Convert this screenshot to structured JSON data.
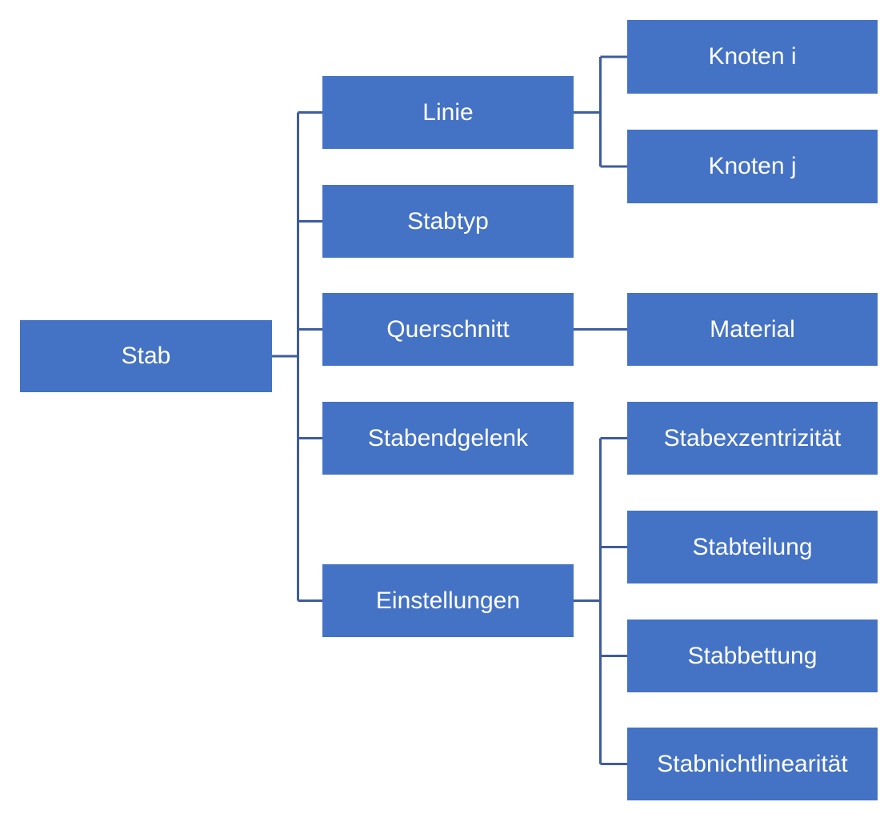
{
  "diagram": {
    "description": "Hierarchy diagram of member (Stab) properties",
    "colors": {
      "box_fill": "#4472C4",
      "box_text": "#FFFFFF",
      "connector": "#3E5C9E",
      "background": "#FFFFFF"
    },
    "root": {
      "label": "Stab"
    },
    "level2": [
      {
        "label": "Linie"
      },
      {
        "label": "Stabtyp"
      },
      {
        "label": "Querschnitt"
      },
      {
        "label": "Stabendgelenk"
      },
      {
        "label": "Einstellungen"
      }
    ],
    "level3": {
      "linie_children": [
        {
          "label": "Knoten i"
        },
        {
          "label": "Knoten j"
        }
      ],
      "querschnitt_children": [
        {
          "label": "Material"
        }
      ],
      "einstellungen_children": [
        {
          "label": "Stabexzentrizität"
        },
        {
          "label": "Stabteilung"
        },
        {
          "label": "Stabbettung"
        },
        {
          "label": "Stabnichtlinearität"
        }
      ]
    }
  }
}
